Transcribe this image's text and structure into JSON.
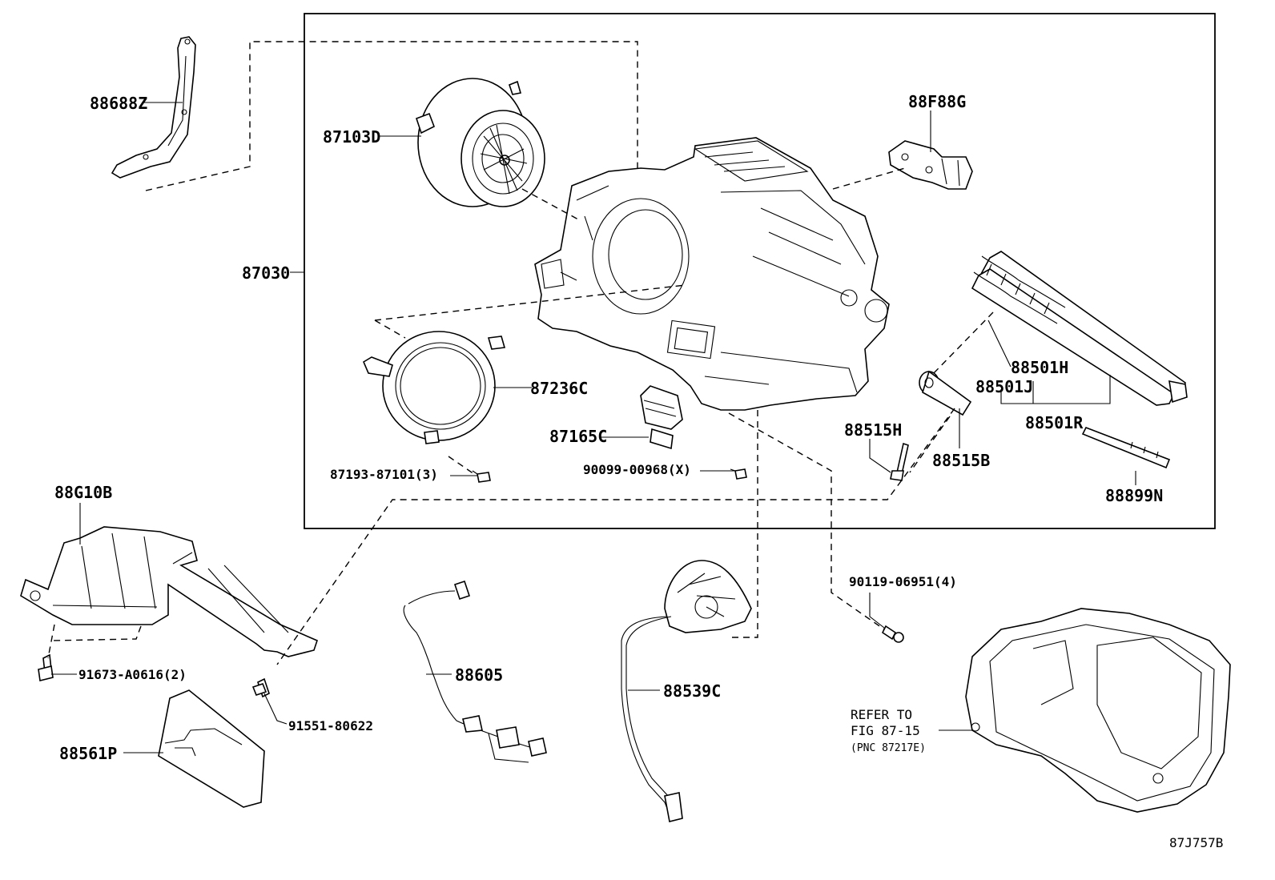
{
  "callouts": {
    "c88688Z": "88688Z",
    "c87103D": "87103D",
    "c88F88G": "88F88G",
    "c87030": "87030",
    "c87236C": "87236C",
    "c88501H": "88501H",
    "c88501J": "88501J",
    "c88501R": "88501R",
    "c87165C": "87165C",
    "c88515H": "88515H",
    "c88515B": "88515B",
    "c87193": "87193-87101(3)",
    "c90099": "90099-00968(X)",
    "c88899N": "88899N",
    "c88G10B": "88G10B",
    "c90119": "90119-06951(4)",
    "c91673": "91673-A0616(2)",
    "c88605": "88605",
    "c88539C": "88539C",
    "c91551": "91551-80622",
    "c88561P": "88561P"
  },
  "reference": {
    "line1": "REFER TO",
    "line2": "FIG 87-15",
    "line3": "(PNC 87217E)"
  },
  "figure_code": "87J757B"
}
